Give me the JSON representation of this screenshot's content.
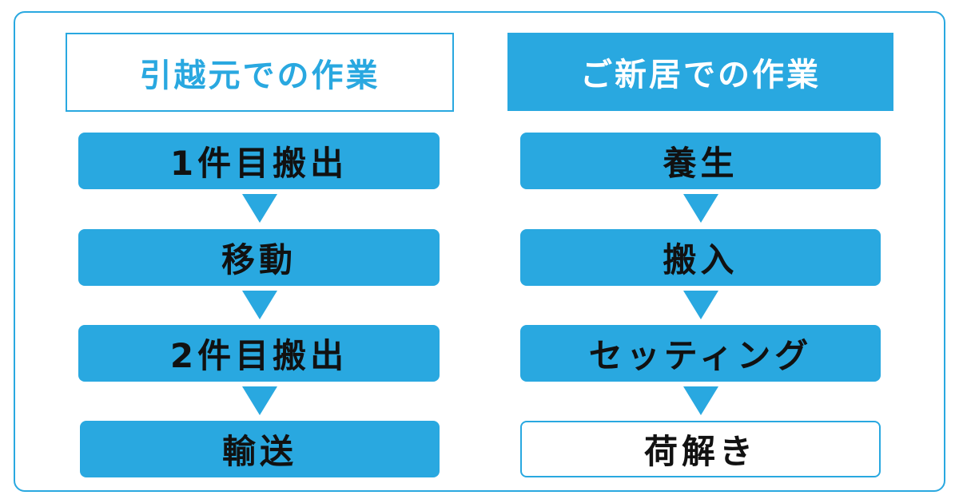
{
  "colors": {
    "accent": "#29a8e0",
    "header_outline_text": "#29a8e0",
    "header_filled_text": "#ffffff",
    "step_text": "#111111",
    "background": "#ffffff"
  },
  "left": {
    "title": "引越元での作業",
    "steps": [
      "1件目搬出",
      "移動",
      "2件目搬出",
      "輸送"
    ]
  },
  "right": {
    "title": "ご新居での作業",
    "steps": [
      "養生",
      "搬入",
      "セッティング",
      "荷解き"
    ]
  }
}
